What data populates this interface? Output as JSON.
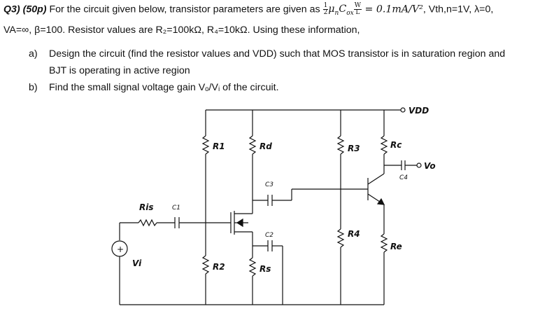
{
  "problem": {
    "heading": "Q3) (50p)",
    "line1_text": " For the circuit given below, transistor parameters are given as ",
    "frac_half_num": "1",
    "frac_half_den": "2",
    "mu_n_cox": "μ",
    "mu_sub": "n",
    "cox": "C",
    "cox_sub": "ox",
    "frac_wl_num": "W",
    "frac_wl_den": "L",
    "kn_value": " = 0.1mA/V²",
    "line1_tail": ", Vth,n=1V, λ=0,",
    "line2": "VA=∞, β=100. Resistor values are R₂=100kΩ, R₄=10kΩ. Using these information,"
  },
  "questions": [
    {
      "label": "a)",
      "text": "Design the circuit (find the resistor values and VDD) such that MOS transistor is in saturation region and",
      "text2": "BJT is operating in active region"
    },
    {
      "label": "b)",
      "text": "Find the small signal voltage gain Vₒ/Vᵢ of the circuit."
    }
  ],
  "circuit": {
    "vdd": "VDD",
    "vo": "Vo",
    "vi": "Vi",
    "r1": "R1",
    "rd": "Rd",
    "r3": "R3",
    "rc": "Rc",
    "r2": "R2",
    "rs": "Rs",
    "r4": "R4",
    "re": "Re",
    "ris": "Ris",
    "c1": "C1",
    "c2": "C2",
    "c3": "C3",
    "c4": "C4",
    "source_plus": "+"
  }
}
